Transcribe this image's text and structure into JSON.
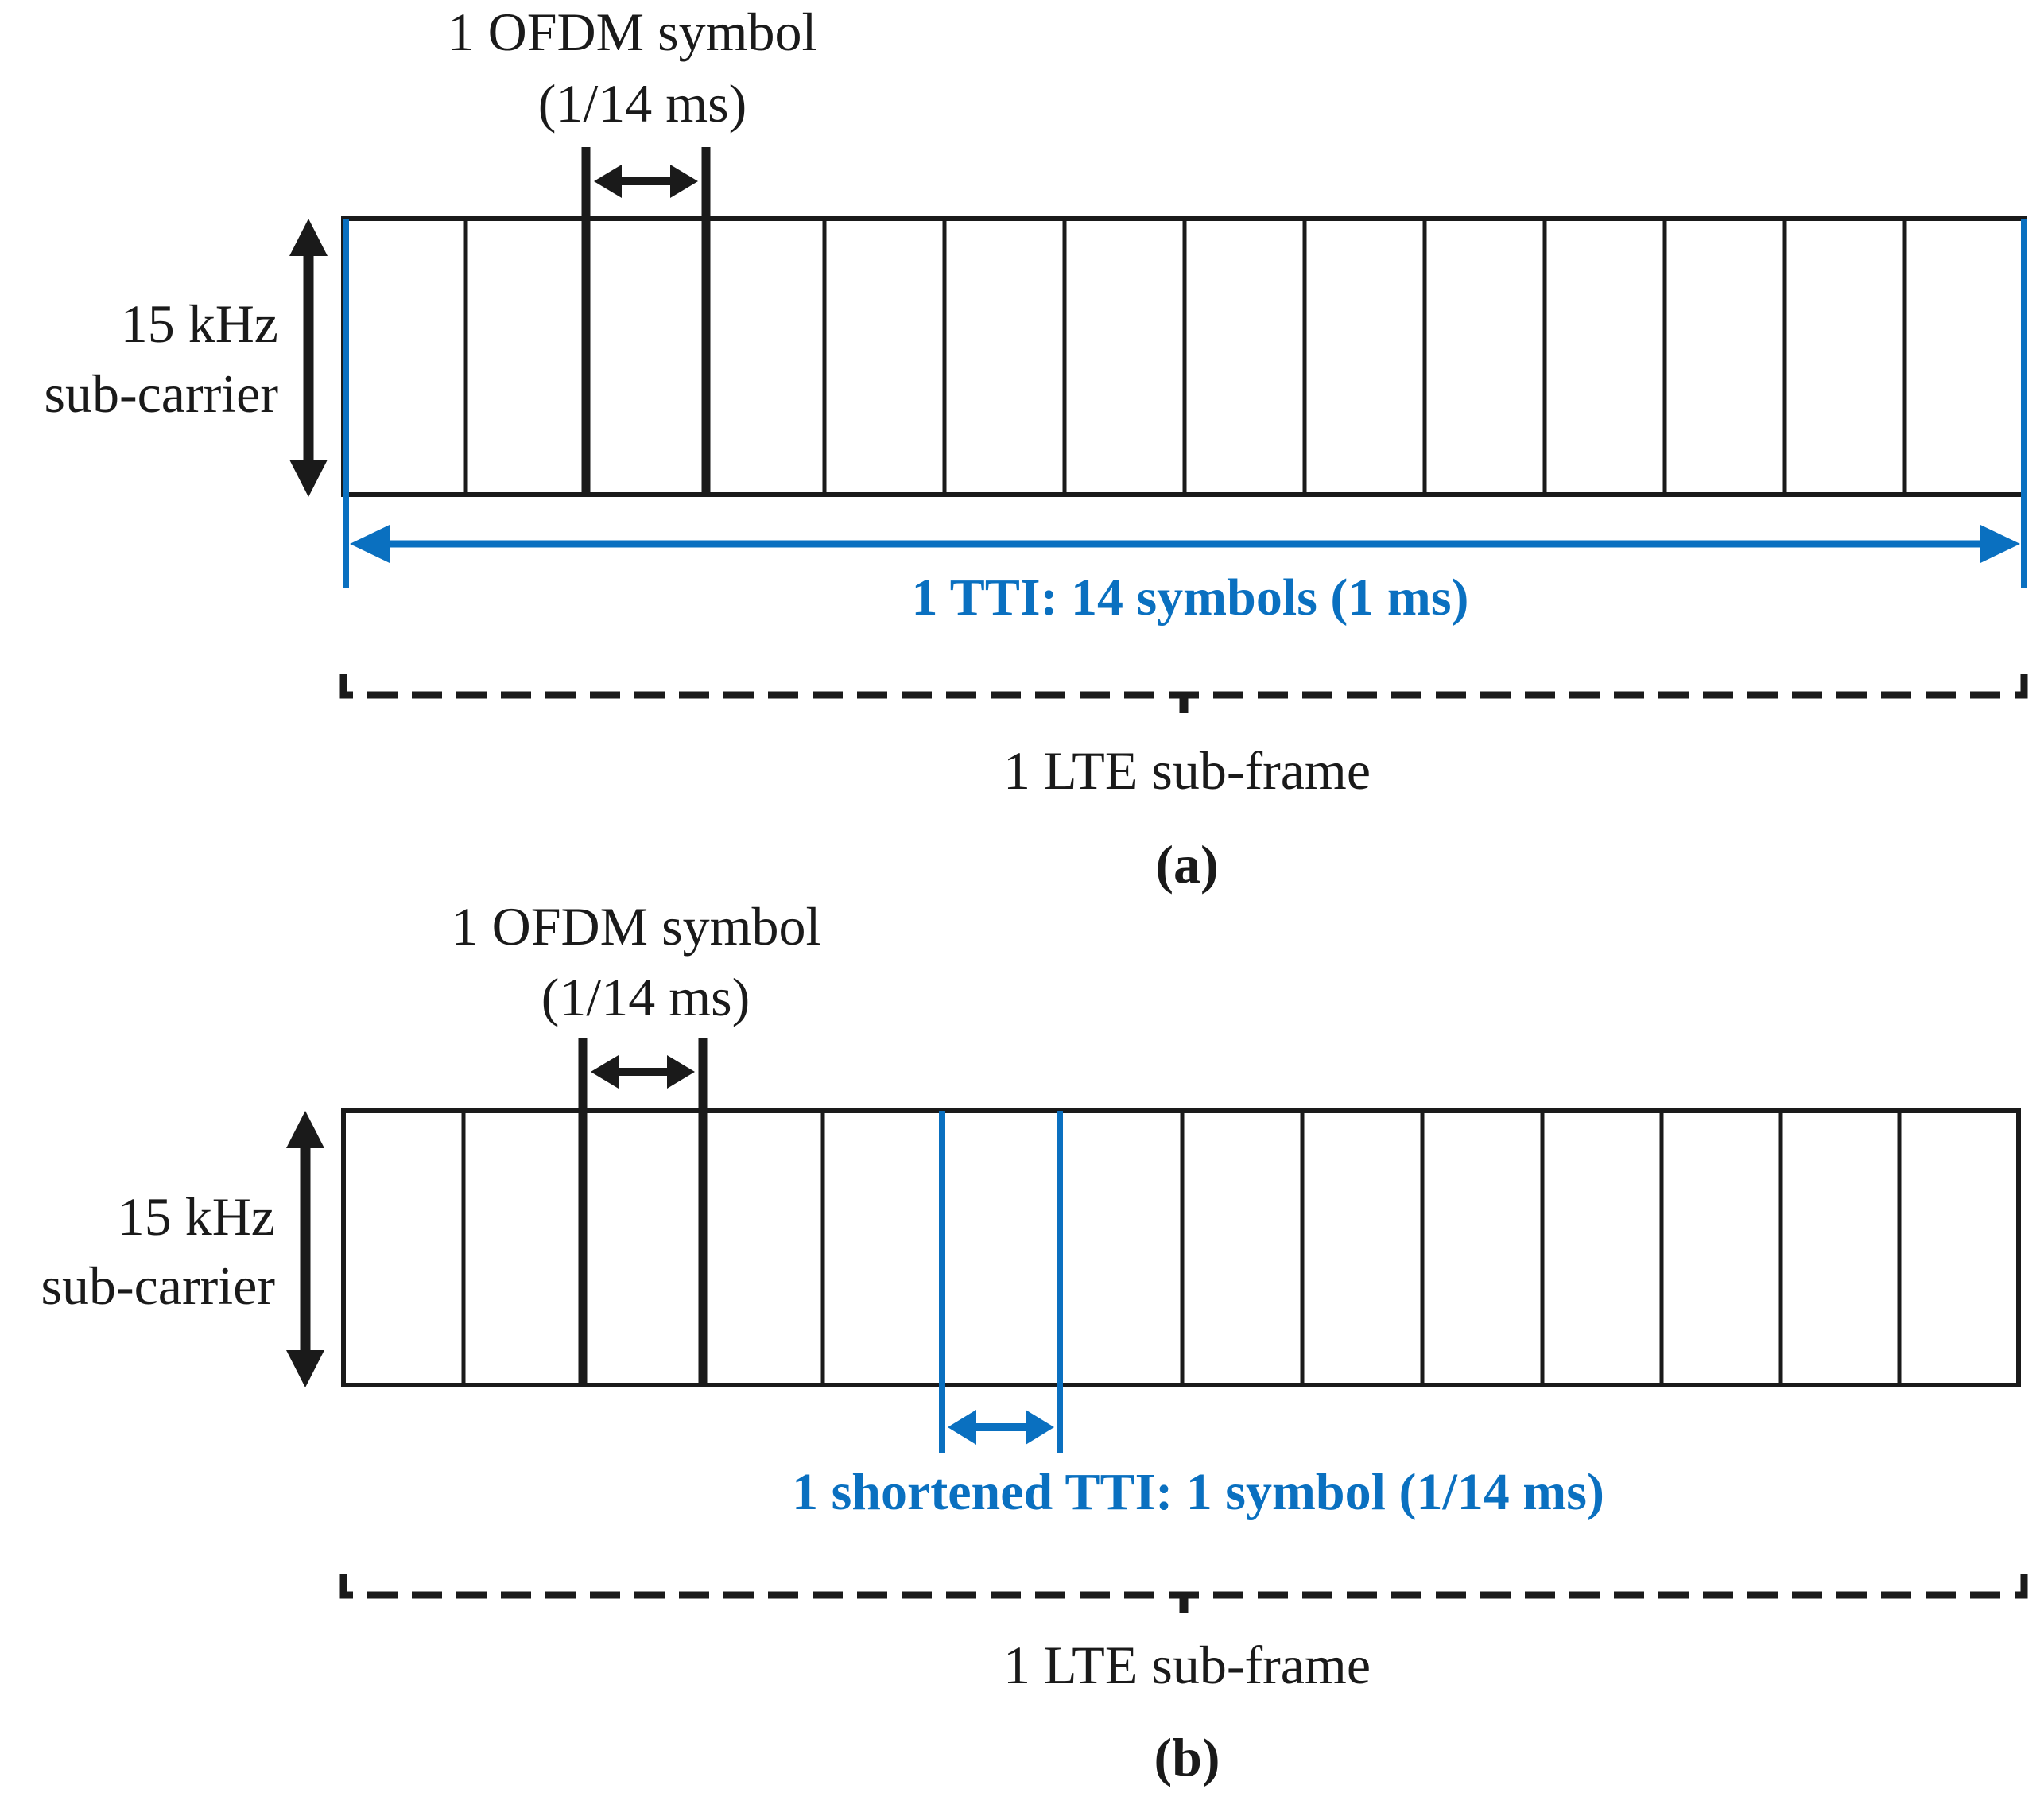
{
  "colors": {
    "accent": "#0a70c0",
    "ink": "#1a1a1a"
  },
  "panel_a": {
    "symbol_label_line1": "1 OFDM symbol",
    "symbol_label_line2": "(1/14 ms)",
    "subcarrier_line1": "15 kHz",
    "subcarrier_line2": "sub-carrier",
    "tti_label": "1 TTI: 14 symbols (1 ms)",
    "subframe_label": "1 LTE sub-frame",
    "caption": "(a)"
  },
  "panel_b": {
    "symbol_label_line1": "1 OFDM symbol",
    "symbol_label_line2": "(1/14 ms)",
    "subcarrier_line1": "15 kHz",
    "subcarrier_line2": "sub-carrier",
    "tti_label": "1 shortened TTI: 1 symbol (1/14 ms)",
    "subframe_label": "1 LTE sub-frame",
    "caption": "(b)"
  },
  "grid": {
    "symbols_per_subframe": 14
  }
}
